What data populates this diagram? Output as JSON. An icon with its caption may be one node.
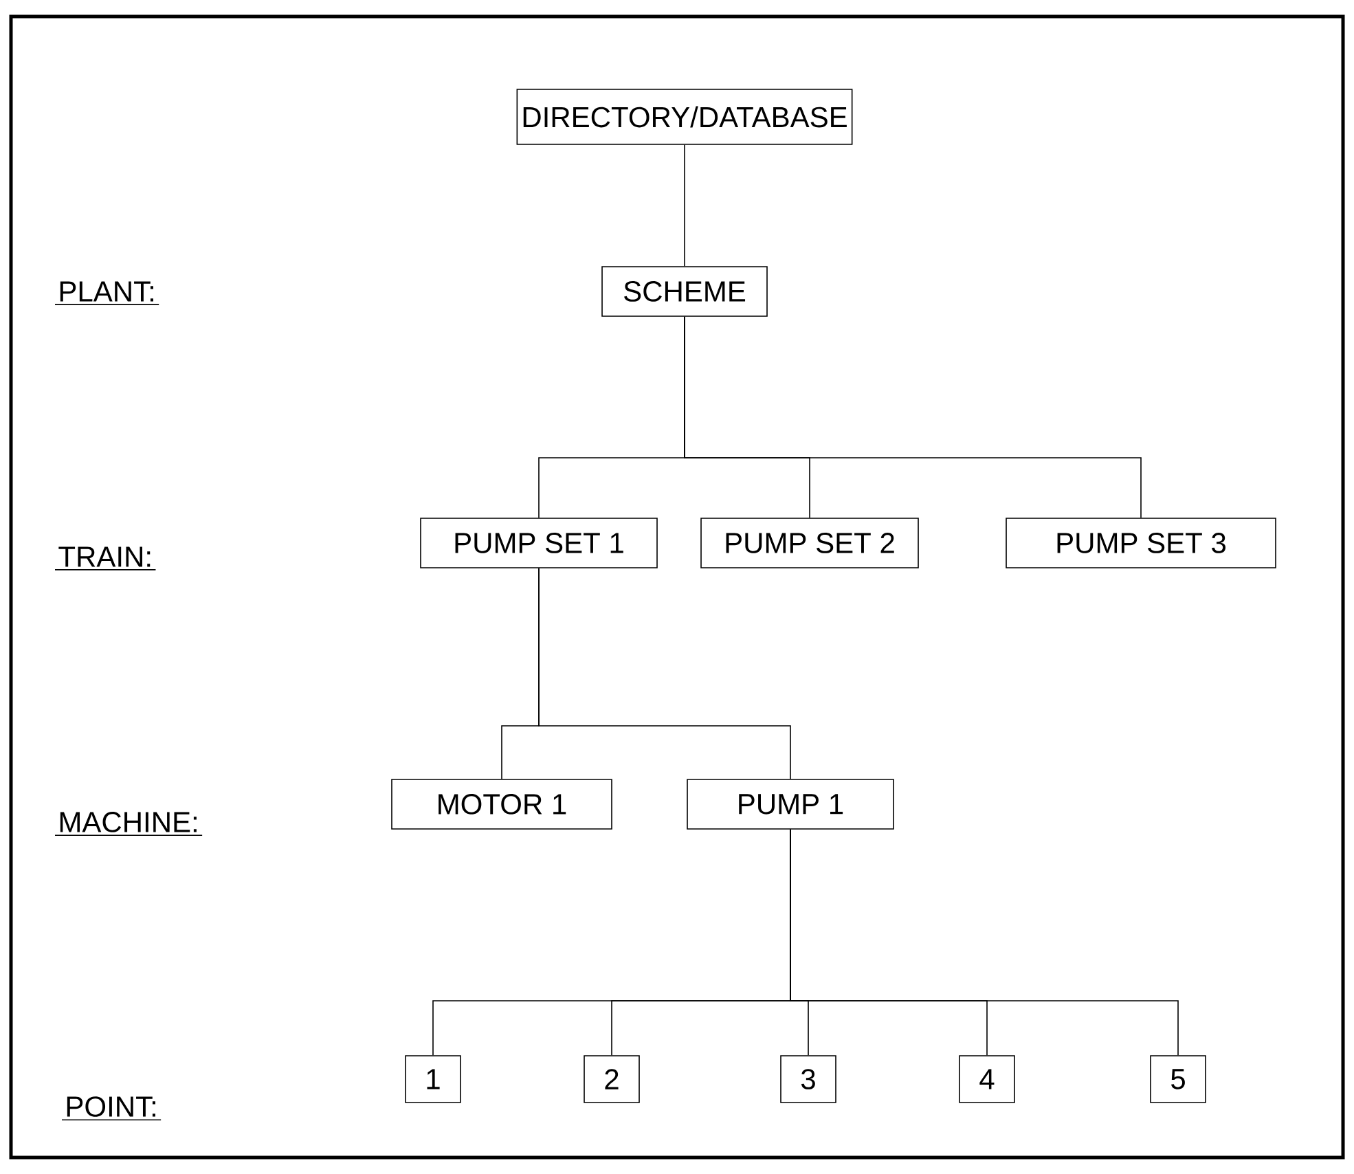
{
  "diagram": {
    "nodes": [
      {
        "text": [
          "DIRECTORY/DATABASE"
        ]
      },
      {
        "text": [
          "SCHEME"
        ]
      },
      {
        "text": [
          "PUMP SET 1"
        ]
      },
      {
        "text": [
          "PUMP SET 2"
        ]
      },
      {
        "text": [
          "PUMP SET 3"
        ]
      },
      {
        "text": [
          "MOTOR 1"
        ]
      },
      {
        "text": [
          "PUMP 1"
        ]
      },
      {
        "text": [
          "1"
        ]
      },
      {
        "text": [
          "2"
        ]
      },
      {
        "text": [
          "3"
        ]
      },
      {
        "text": [
          "4"
        ]
      },
      {
        "text": [
          "5"
        ]
      }
    ],
    "edges": [
      {
        "from": 0,
        "to": 1,
        "arrow": "none"
      },
      {
        "from": 1,
        "to": 2,
        "arrow": "none"
      },
      {
        "from": 1,
        "to": 3,
        "arrow": "none"
      },
      {
        "from": 1,
        "to": 4,
        "arrow": "none"
      },
      {
        "from": 2,
        "to": 5,
        "arrow": "none"
      },
      {
        "from": 2,
        "to": 6,
        "arrow": "none"
      },
      {
        "from": 6,
        "to": 7,
        "arrow": "none"
      },
      {
        "from": 6,
        "to": 8,
        "arrow": "none"
      },
      {
        "from": 6,
        "to": 9,
        "arrow": "none"
      },
      {
        "from": 6,
        "to": 10,
        "arrow": "none"
      },
      {
        "from": 6,
        "to": 11,
        "arrow": "none"
      }
    ],
    "labels": [
      "PLANT:",
      "TRAIN:",
      "MACHINE:",
      "POINT:"
    ]
  }
}
